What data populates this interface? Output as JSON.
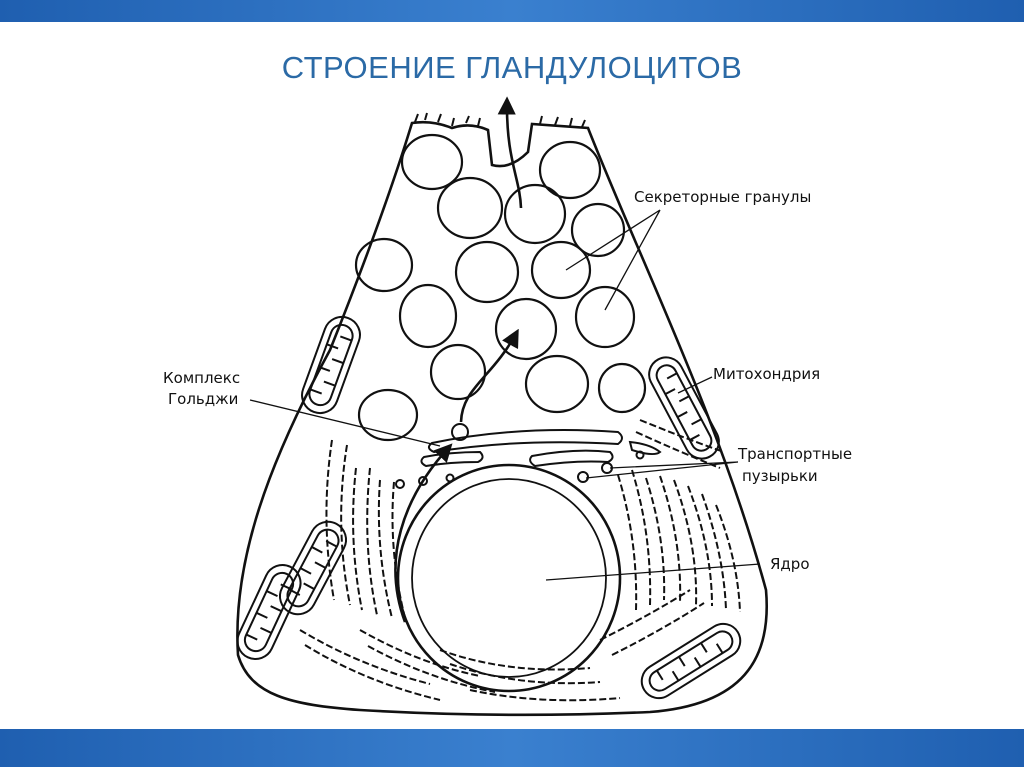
{
  "slide": {
    "title": "СТРОЕНИЕ ГЛАНДУЛОЦИТОВ"
  },
  "diagram": {
    "labels": {
      "granules": "Секреторные гранулы",
      "mitochondria": "Митохондрия",
      "golgi_line1": "Комплекс",
      "golgi_line2": "Гольджи",
      "vesicles_line1": "Транспортные",
      "vesicles_line2": "пузырьки",
      "nucleus": "Ядро"
    }
  },
  "colors": {
    "band": "#2a6fc0",
    "title": "#2b6aa6",
    "ink": "#111111"
  }
}
